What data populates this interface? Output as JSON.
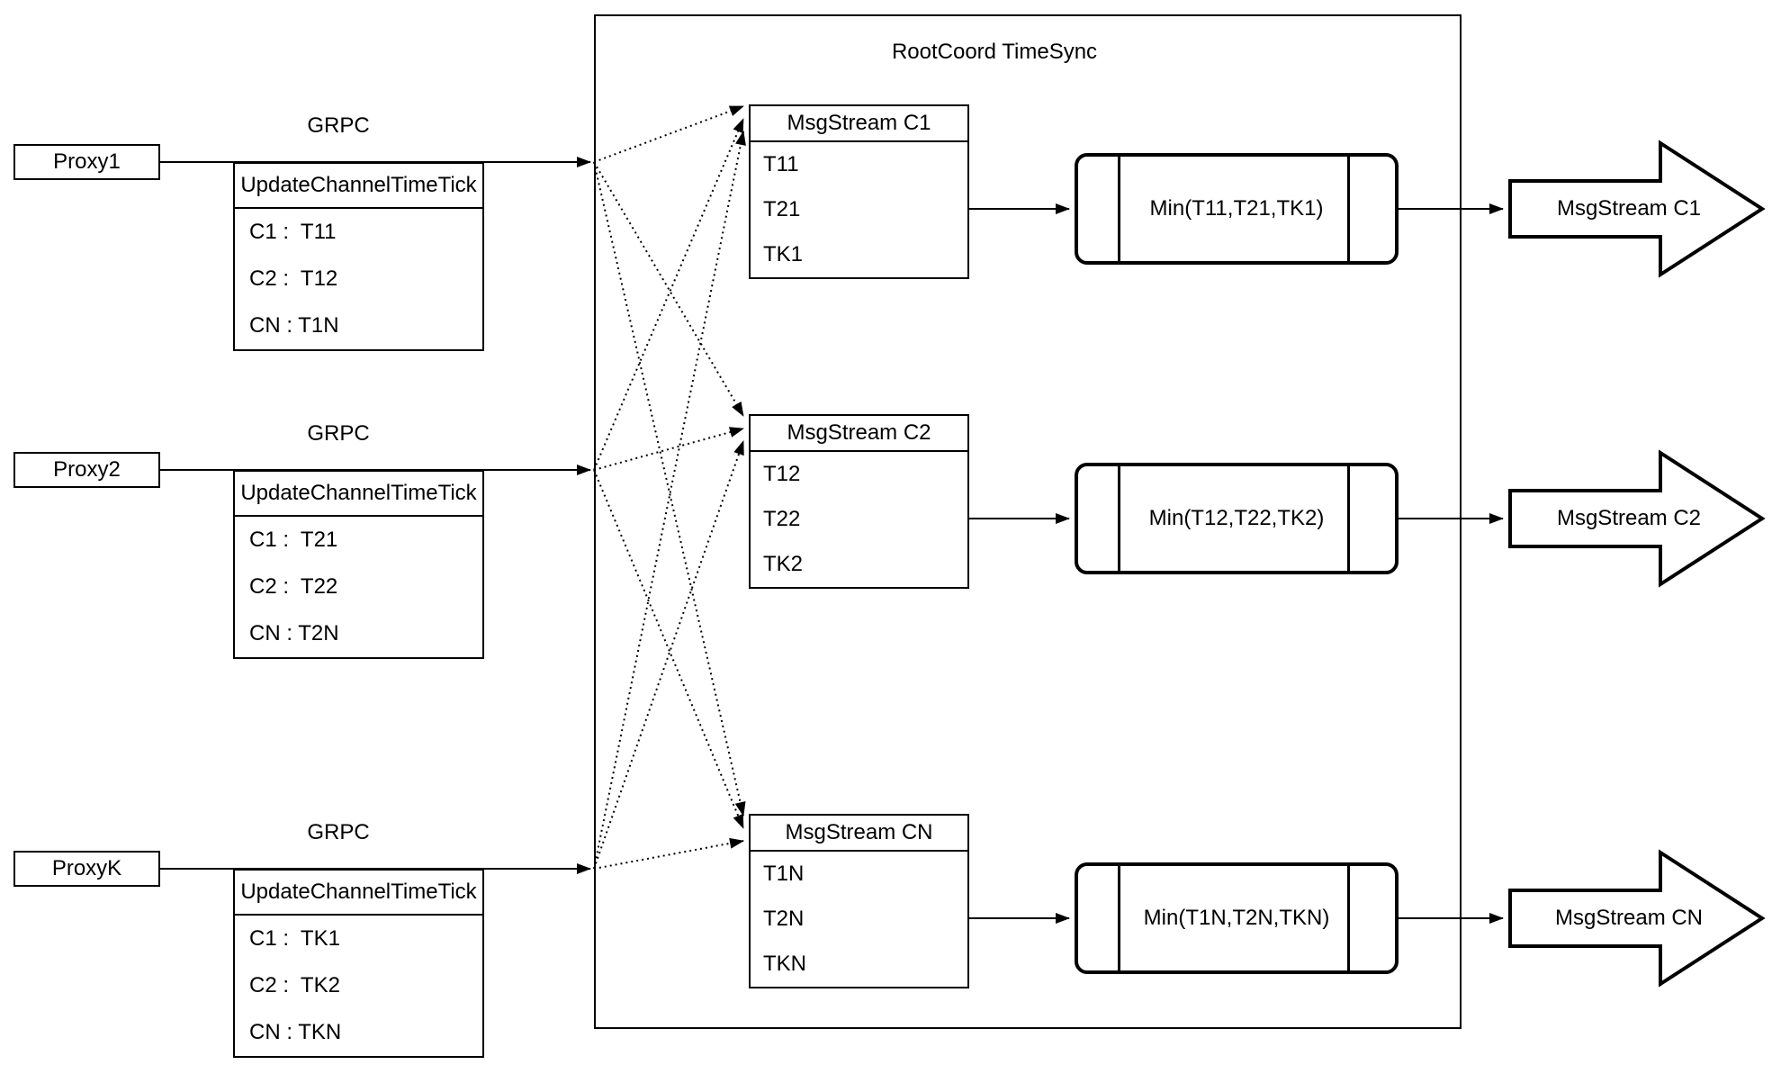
{
  "title": "RootCoord TimeSync",
  "proxies": [
    {
      "label": "Proxy1",
      "grpc": "GRPC",
      "table_header": "UpdateChannelTimeTick",
      "rows": [
        "C1 :  T11",
        "C2 :  T12",
        "CN : T1N"
      ]
    },
    {
      "label": "Proxy2",
      "grpc": "GRPC",
      "table_header": "UpdateChannelTimeTick",
      "rows": [
        "C1 :  T21",
        "C2 :  T22",
        "CN : T2N"
      ]
    },
    {
      "label": "ProxyK",
      "grpc": "GRPC",
      "table_header": "UpdateChannelTimeTick",
      "rows": [
        "C1 :  TK1",
        "C2 :  TK2",
        "CN : TKN"
      ]
    }
  ],
  "streams": [
    {
      "table_header": "MsgStream C1",
      "rows": [
        "T11",
        "T21",
        "TK1"
      ],
      "min_label": "Min(T11,T21,TK1)",
      "output_label": "MsgStream C1"
    },
    {
      "table_header": "MsgStream C2",
      "rows": [
        "T12",
        "T22",
        "TK2"
      ],
      "min_label": "Min(T12,T22,TK2)",
      "output_label": "MsgStream C2"
    },
    {
      "table_header": "MsgStream CN",
      "rows": [
        "T1N",
        "T2N",
        "TKN"
      ],
      "min_label": "Min(T1N,T2N,TKN)",
      "output_label": "MsgStream CN"
    }
  ],
  "colors": {
    "stroke": "#000000",
    "background": "#ffffff"
  }
}
